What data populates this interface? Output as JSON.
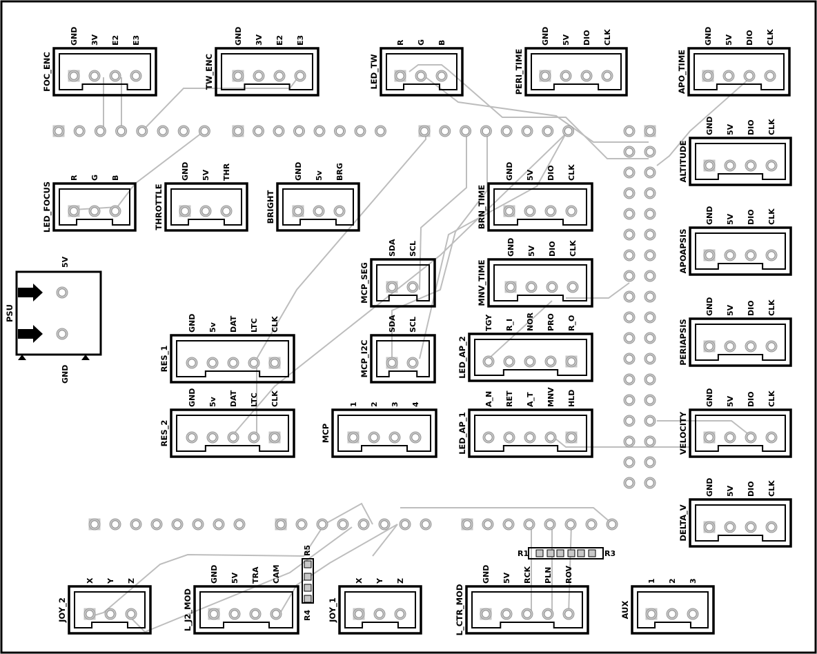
{
  "connectors": {
    "foc_enc": {
      "name": "FOC_ENC",
      "pins": [
        "GND",
        "3V",
        "E2",
        "E3"
      ]
    },
    "tw_enc": {
      "name": "TW_ENC",
      "pins": [
        "GND",
        "3V",
        "E2",
        "E3"
      ]
    },
    "led_tw": {
      "name": "LED_TW",
      "pins": [
        "R",
        "G",
        "B"
      ]
    },
    "peri_time": {
      "name": "PERI_TIME",
      "pins": [
        "GND",
        "5V",
        "DIO",
        "CLK"
      ]
    },
    "apo_time": {
      "name": "APO_TIME",
      "pins": [
        "GND",
        "5V",
        "DIO",
        "CLK"
      ]
    },
    "led_focus": {
      "name": "LED_FOCUS",
      "pins": [
        "R",
        "G",
        "B"
      ]
    },
    "throttle": {
      "name": "THROTTLE",
      "pins": [
        "GND",
        "5V",
        "THR"
      ]
    },
    "bright": {
      "name": "BRIGHT",
      "pins": [
        "GND",
        "5v",
        "BRG"
      ]
    },
    "brn_time": {
      "name": "BRN_TIME",
      "pins": [
        "GND",
        "5V",
        "DIO",
        "CLK"
      ]
    },
    "altitude": {
      "name": "ALTITUDE",
      "pins": [
        "GND",
        "5V",
        "DIO",
        "CLK"
      ]
    },
    "mcp_seg": {
      "name": "MCP_SEG",
      "pins": [
        "SDA",
        "SCL"
      ]
    },
    "mnv_time": {
      "name": "MNV_TIME",
      "pins": [
        "GND",
        "5V",
        "DIO",
        "CLK"
      ]
    },
    "apoapsis": {
      "name": "APOAPSIS",
      "pins": [
        "GND",
        "5V",
        "DIO",
        "CLK"
      ]
    },
    "res_1": {
      "name": "RES_1",
      "pins": [
        "GND",
        "5v",
        "DAT",
        "LTC",
        "CLK"
      ]
    },
    "mcp_i2c": {
      "name": "MCP_I2C",
      "pins": [
        "SDA",
        "SCL"
      ]
    },
    "led_ap_2": {
      "name": "LED_AP_2",
      "pins": [
        "TGY",
        "R_I",
        "NOR",
        "PRO",
        "R_O"
      ]
    },
    "periapsis": {
      "name": "PERIAPSIS",
      "pins": [
        "GND",
        "5V",
        "DIO",
        "CLK"
      ]
    },
    "res_2": {
      "name": "RES_2",
      "pins": [
        "GND",
        "5v",
        "DAT",
        "LTC",
        "CLK"
      ]
    },
    "mcp": {
      "name": "MCP",
      "pins": [
        "1",
        "2",
        "3",
        "4"
      ]
    },
    "led_ap_1": {
      "name": "LED_AP_1",
      "pins": [
        "A_N",
        "RET",
        "A_T",
        "MNV",
        "HLD"
      ]
    },
    "velocity": {
      "name": "VELOCITY",
      "pins": [
        "GND",
        "5V",
        "DIO",
        "CLK"
      ]
    },
    "delta_v": {
      "name": "DELTA_V",
      "pins": [
        "GND",
        "5V",
        "DIO",
        "CLK"
      ]
    },
    "joy_2": {
      "name": "JOY_2",
      "pins": [
        "X",
        "Y",
        "Z"
      ]
    },
    "l_j2_mod": {
      "name": "L_J2_MOD",
      "pins": [
        "GND",
        "5V",
        "TRA",
        "CAM"
      ]
    },
    "joy_1": {
      "name": "JOY_1",
      "pins": [
        "X",
        "Y",
        "Z"
      ]
    },
    "l_ctr_mod": {
      "name": "L_CTR_MOD",
      "pins": [
        "GND",
        "5V",
        "RCK",
        "PLN",
        "ROV"
      ]
    },
    "aux": {
      "name": "AUX",
      "pins": [
        "1",
        "2",
        "3"
      ]
    }
  },
  "psu": {
    "name": "PSU",
    "pin_top": "5V",
    "pin_bottom": "GND"
  },
  "resistors": {
    "r1": "R1",
    "r3": "R3",
    "r4": "R4",
    "r5": "R5"
  }
}
